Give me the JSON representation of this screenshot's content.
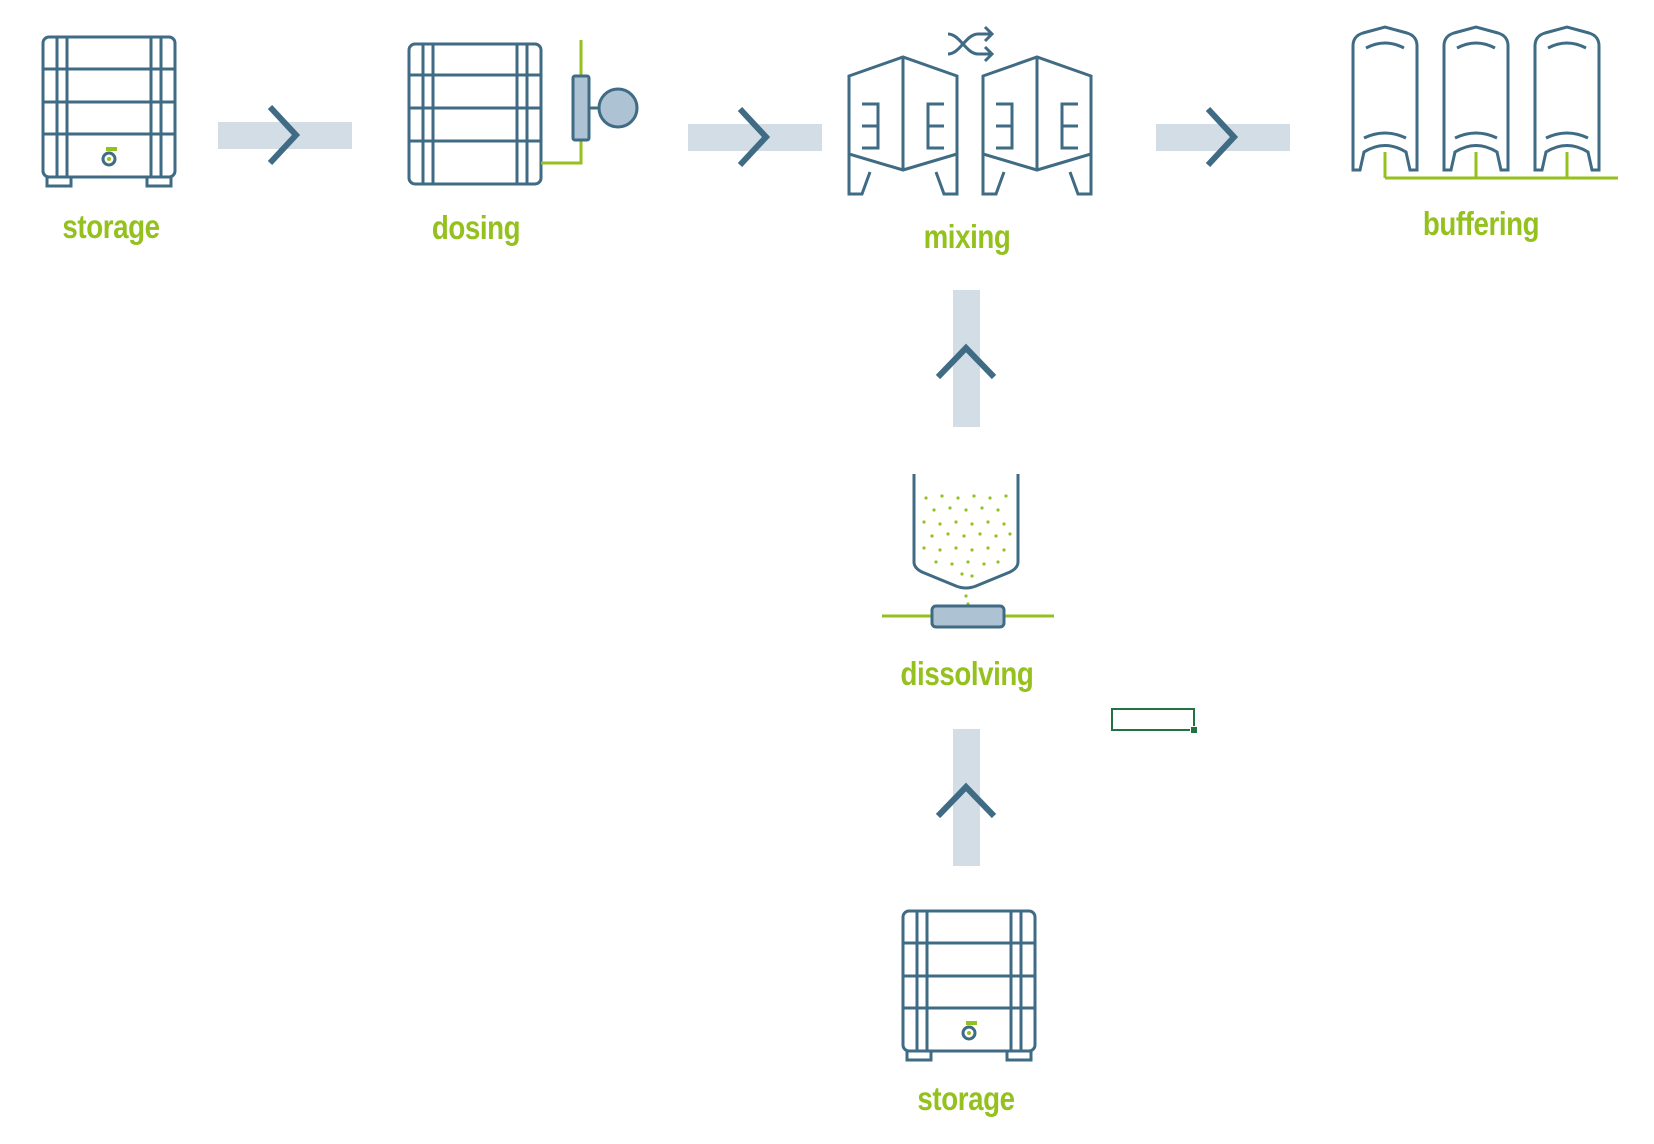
{
  "diagram": {
    "stages": {
      "storage_top": {
        "label": "storage",
        "icon": "ibc-container-icon"
      },
      "dosing": {
        "label": "dosing",
        "icon": "dosing-pump-icon"
      },
      "mixing": {
        "label": "mixing",
        "icon": "mixing-tanks-icon"
      },
      "buffering": {
        "label": "buffering",
        "icon": "buffer-tanks-icon"
      },
      "dissolving": {
        "label": "dissolving",
        "icon": "dissolving-hopper-icon"
      },
      "storage_bottom": {
        "label": "storage",
        "icon": "ibc-container-icon"
      }
    },
    "connections": [
      {
        "from": "storage",
        "to": "dosing",
        "direction": "right"
      },
      {
        "from": "dosing",
        "to": "mixing",
        "direction": "right"
      },
      {
        "from": "mixing",
        "to": "buffering",
        "direction": "right"
      },
      {
        "from": "dissolving",
        "to": "mixing",
        "direction": "up"
      },
      {
        "from": "storage",
        "to": "dissolving",
        "direction": "up"
      }
    ],
    "colors": {
      "line": "#3f6b85",
      "fill": "#adc3d3",
      "accent": "#95c11f",
      "arrow_bar": "#d2dde5",
      "selection": "#217346"
    }
  }
}
